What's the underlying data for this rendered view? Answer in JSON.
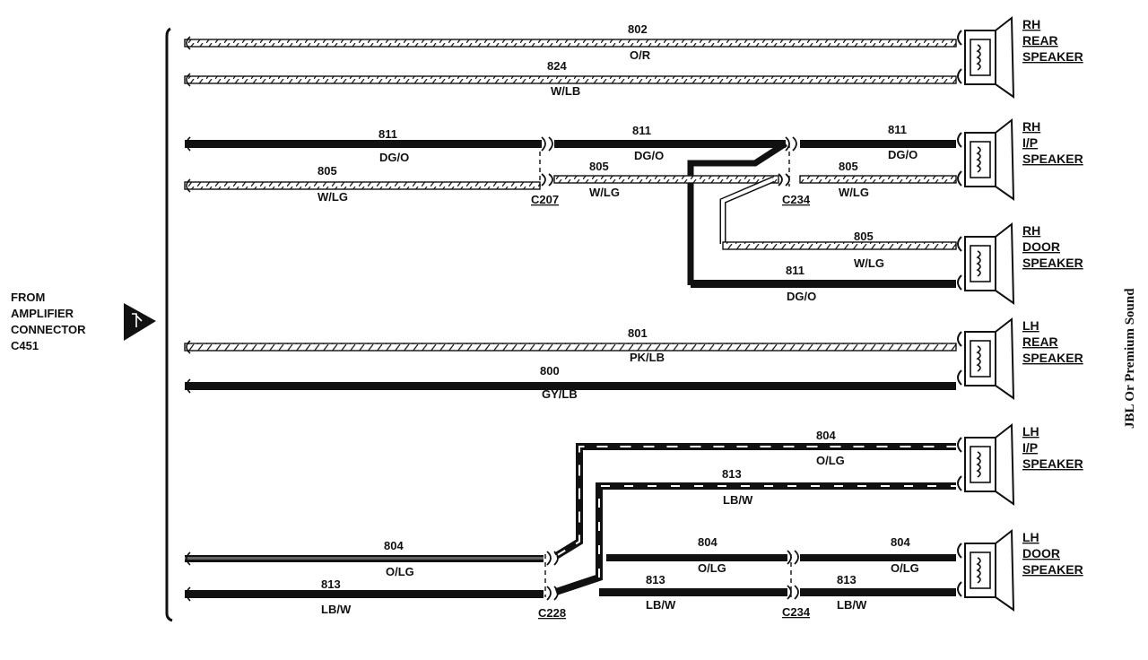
{
  "source": {
    "lines": [
      "FROM",
      "AMPLIFIER",
      "CONNECTOR",
      "C451"
    ]
  },
  "side_note": "JBL Or Premium Sound",
  "connectors": {
    "c207": "C207",
    "c234": "C234",
    "c228": "C228"
  },
  "speakers": [
    {
      "id": "rh-rear",
      "lines": [
        "RH",
        "REAR",
        "SPEAKER"
      ]
    },
    {
      "id": "rh-ip",
      "lines": [
        "RH",
        "I/P",
        "SPEAKER"
      ]
    },
    {
      "id": "rh-door",
      "lines": [
        "RH",
        "DOOR",
        "SPEAKER"
      ]
    },
    {
      "id": "lh-rear",
      "lines": [
        "LH",
        "REAR",
        "SPEAKER"
      ]
    },
    {
      "id": "lh-ip",
      "lines": [
        "LH",
        "I/P",
        "SPEAKER"
      ]
    },
    {
      "id": "lh-door",
      "lines": [
        "LH",
        "DOOR",
        "SPEAKER"
      ]
    }
  ],
  "wires": [
    {
      "circuit": "802",
      "color": "O/R"
    },
    {
      "circuit": "824",
      "color": "W/LB"
    },
    {
      "circuit": "811",
      "color": "DG/O"
    },
    {
      "circuit": "811",
      "color": "DG/O"
    },
    {
      "circuit": "811",
      "color": "DG/O"
    },
    {
      "circuit": "805",
      "color": "W/LG"
    },
    {
      "circuit": "805",
      "color": "W/LG"
    },
    {
      "circuit": "805",
      "color": "W/LG"
    },
    {
      "circuit": "805",
      "color": "W/LG"
    },
    {
      "circuit": "811",
      "color": "DG/O"
    },
    {
      "circuit": "801",
      "color": "PK/LB"
    },
    {
      "circuit": "800",
      "color": "GY/LB"
    },
    {
      "circuit": "804",
      "color": "O/LG"
    },
    {
      "circuit": "813",
      "color": "LB/W"
    },
    {
      "circuit": "804",
      "color": "O/LG"
    },
    {
      "circuit": "804",
      "color": "O/LG"
    },
    {
      "circuit": "804",
      "color": "O/LG"
    },
    {
      "circuit": "813",
      "color": "LB/W"
    },
    {
      "circuit": "813",
      "color": "LB/W"
    },
    {
      "circuit": "813",
      "color": "LB/W"
    }
  ]
}
